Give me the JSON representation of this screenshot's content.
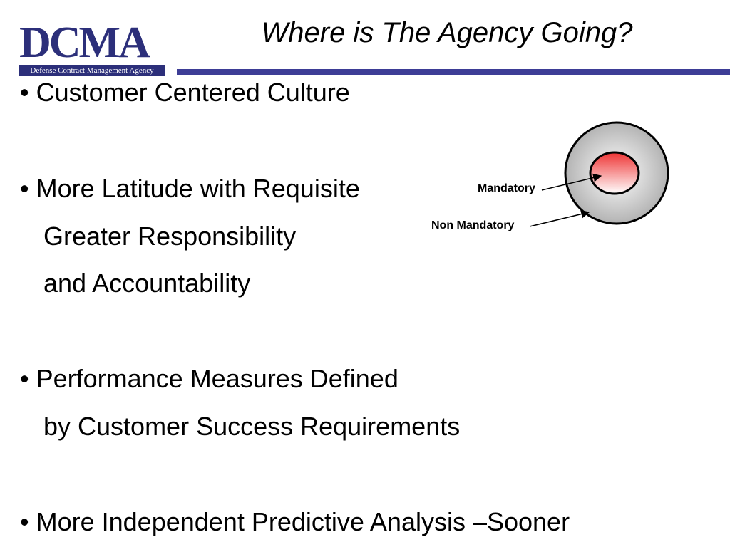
{
  "logo": {
    "wordmark": "DCMA",
    "subtitle": "Defense Contract Management Agency"
  },
  "title": "Where is The Agency Going?",
  "content": {
    "bullet_1": "• Customer Centered Culture",
    "bullet_2": "• More Latitude with Requisite",
    "bullet_2_line_2": "Greater Responsibility",
    "bullet_2_line_3": "and Accountability",
    "bullet_3": "• Performance Measures Defined",
    "bullet_3_line_2": "by Customer Success Requirements",
    "bullet_4": "• More Independent Predictive Analysis –Sooner"
  },
  "diagram": {
    "inner_label": "Mandatory",
    "outer_label": "Non Mandatory",
    "colors": {
      "outer_fill_edge": "#b3b3b3",
      "outer_fill_center": "#ffffff",
      "inner_fill_top": "#ee3434",
      "inner_fill_bottom": "#ffffff",
      "stroke": "#000000"
    }
  },
  "colors": {
    "brand_navy": "#2c2f7a",
    "title_rule": "#3d3d96"
  }
}
